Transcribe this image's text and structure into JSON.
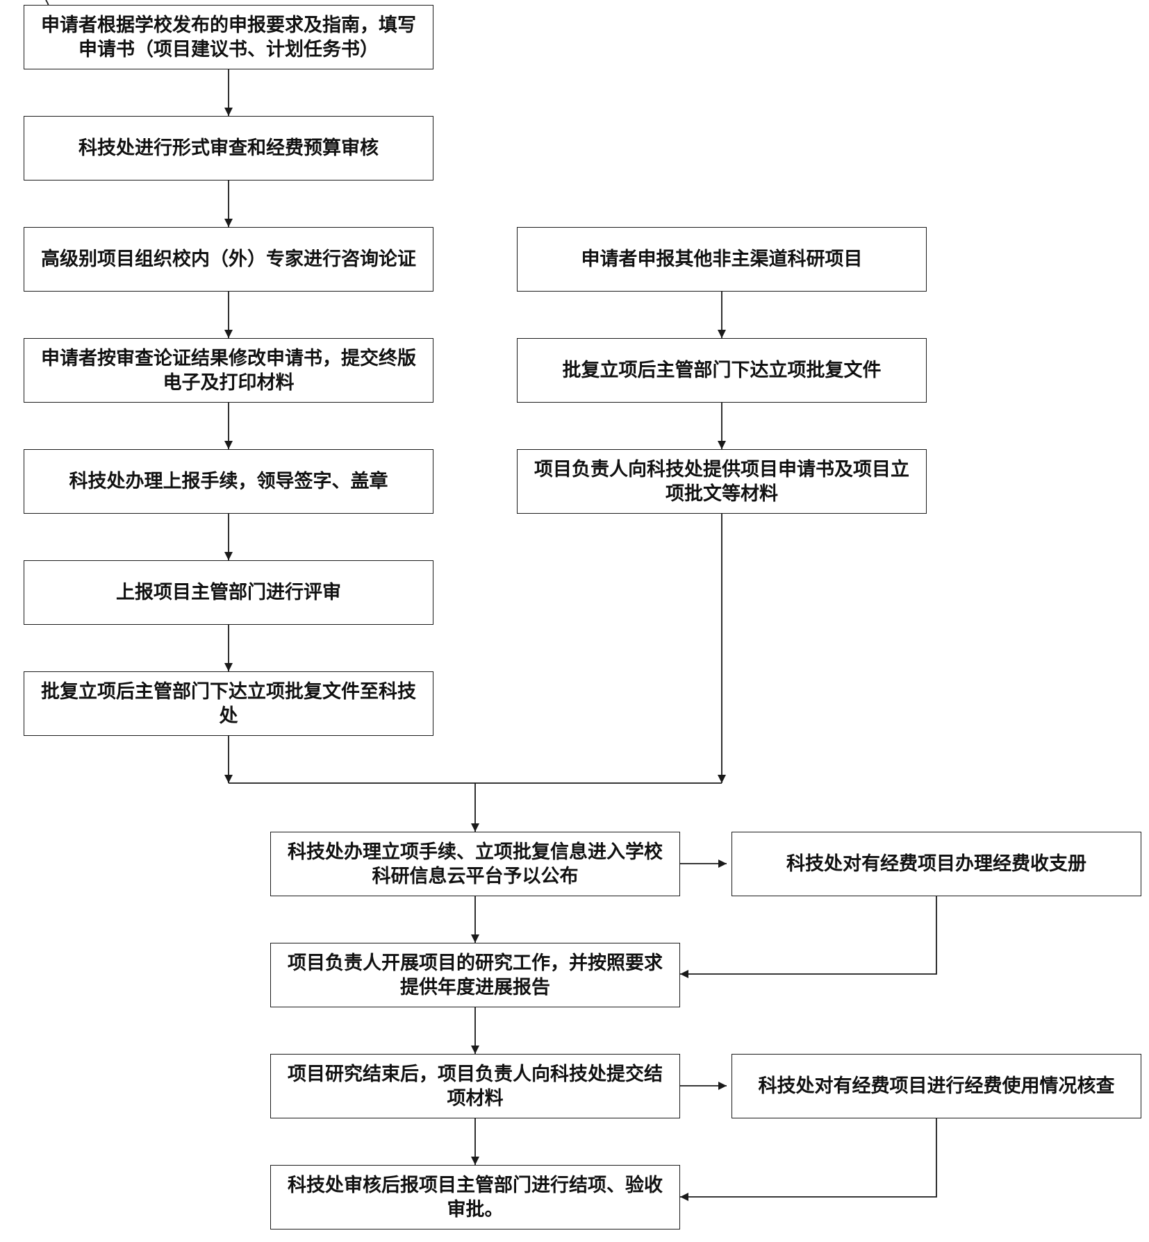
{
  "flowchart": {
    "left_column": [
      "申请者根据学校发布的申报要求及指南，填写申请书（项目建议书、计划任务书）",
      "科技处进行形式审查和经费预算审核",
      "高级别项目组织校内（外）专家进行咨询论证",
      "申请者按审查论证结果修改申请书，提交终版电子及打印材料",
      "科技处办理上报手续，领导签字、盖章",
      "上报项目主管部门进行评审",
      "批复立项后主管部门下达立项批复文件至科技处"
    ],
    "right_column": [
      "申请者申报其他非主渠道科研项目",
      "批复立项后主管部门下达立项批复文件",
      "项目负责人向科技处提供项目申请书及项目立项批文等材料"
    ],
    "merged_column": [
      "科技处办理立项手续、立项批复信息进入学校科研信息云平台予以公布",
      "项目负责人开展项目的研究工作，并按照要求提供年度进展报告",
      "项目研究结束后，项目负责人向科技处提交结项材料",
      "科技处审核后报项目主管部门进行结项、验收审批。"
    ],
    "side_column": [
      "科技处对有经费项目办理经费收支册",
      "科技处对有经费项目进行经费使用情况核查"
    ]
  }
}
